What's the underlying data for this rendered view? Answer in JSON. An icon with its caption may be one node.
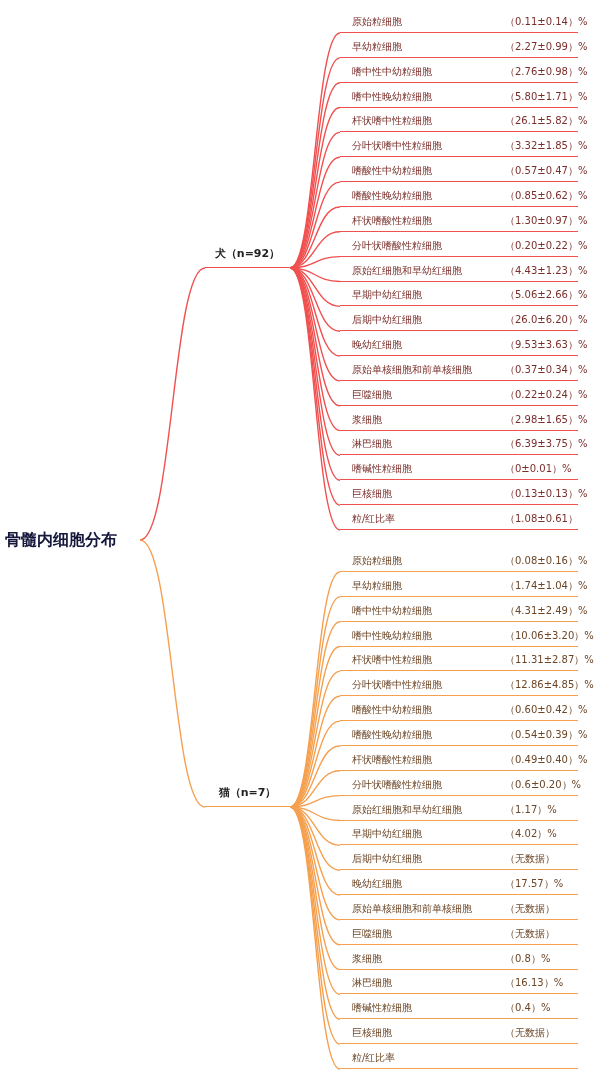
{
  "diagram": {
    "nodes": [
      {
        "text": [
          "骨髓内细胞分布"
        ]
      },
      {
        "text": [
          "犬（n=92）"
        ]
      },
      {
        "text": [
          "猫（n=7）"
        ]
      },
      {
        "text": [
          "原始粒细胞",
          "（0.11±0.14）%"
        ]
      },
      {
        "text": [
          "早幼粒细胞",
          "（2.27±0.99）%"
        ]
      },
      {
        "text": [
          "嗜中性中幼粒细胞",
          "（2.76±0.98）%"
        ]
      },
      {
        "text": [
          "嗜中性晚幼粒细胞",
          "（5.80±1.71）%"
        ]
      },
      {
        "text": [
          "杆状嗜中性粒细胞",
          "（26.1±5.82）%"
        ]
      },
      {
        "text": [
          "分叶状嗜中性粒细胞",
          "（3.32±1.85）%"
        ]
      },
      {
        "text": [
          "嗜酸性中幼粒细胞",
          "（0.57±0.47）%"
        ]
      },
      {
        "text": [
          "嗜酸性晚幼粒细胞",
          "（0.85±0.62）%"
        ]
      },
      {
        "text": [
          "杆状嗜酸性粒细胞",
          "（1.30±0.97）%"
        ]
      },
      {
        "text": [
          "分叶状嗜酸性粒细胞",
          "（0.20±0.22）%"
        ]
      },
      {
        "text": [
          "原始红细胞和早幼红细胞",
          "（4.43±1.23）%"
        ]
      },
      {
        "text": [
          "早期中幼红细胞",
          "（5.06±2.66）%"
        ]
      },
      {
        "text": [
          "后期中幼红细胞",
          "（26.0±6.20）%"
        ]
      },
      {
        "text": [
          "晚幼红细胞",
          "（9.53±3.63）%"
        ]
      },
      {
        "text": [
          "原始单核细胞和前单核细胞",
          "（0.37±0.34）%"
        ]
      },
      {
        "text": [
          "巨噬细胞",
          "（0.22±0.24）%"
        ]
      },
      {
        "text": [
          "浆细胞",
          "（2.98±1.65）%"
        ]
      },
      {
        "text": [
          "淋巴细胞",
          "（6.39±3.75）%"
        ]
      },
      {
        "text": [
          "嗜碱性粒细胞",
          "（0±0.01）%"
        ]
      },
      {
        "text": [
          "巨核细胞",
          "（0.13±0.13）%"
        ]
      },
      {
        "text": [
          "粒/红比率",
          "（1.08±0.61）"
        ]
      },
      {
        "text": [
          "原始粒细胞",
          "（0.08±0.16）%"
        ]
      },
      {
        "text": [
          "早幼粒细胞",
          "（1.74±1.04）%"
        ]
      },
      {
        "text": [
          "嗜中性中幼粒细胞",
          "（4.31±2.49）%"
        ]
      },
      {
        "text": [
          "嗜中性晚幼粒细胞",
          "（10.06±3.20）%"
        ]
      },
      {
        "text": [
          "杆状嗜中性粒细胞",
          "（11.31±2.87）%"
        ]
      },
      {
        "text": [
          "分叶状嗜中性粒细胞",
          "（12.86±4.85）%"
        ]
      },
      {
        "text": [
          "嗜酸性中幼粒细胞",
          "（0.60±0.42）%"
        ]
      },
      {
        "text": [
          "嗜酸性晚幼粒细胞",
          "（0.54±0.39）%"
        ]
      },
      {
        "text": [
          "杆状嗜酸性粒细胞",
          "（0.49±0.40）%"
        ]
      },
      {
        "text": [
          "分叶状嗜酸性粒细胞",
          "（0.6±0.20）%"
        ]
      },
      {
        "text": [
          "原始红细胞和早幼红细胞",
          "（1.17）%"
        ]
      },
      {
        "text": [
          "早期中幼红细胞",
          "（4.02）%"
        ]
      },
      {
        "text": [
          "后期中幼红细胞",
          "（无数据）"
        ]
      },
      {
        "text": [
          "晚幼红细胞",
          "（17.57）%"
        ]
      },
      {
        "text": [
          "原始单核细胞和前单核细胞",
          "（无数据）"
        ]
      },
      {
        "text": [
          "巨噬细胞",
          "（无数据）"
        ]
      },
      {
        "text": [
          "浆细胞",
          "（0.8）%"
        ]
      },
      {
        "text": [
          "淋巴细胞",
          "（16.13）%"
        ]
      },
      {
        "text": [
          "嗜碱性粒细胞",
          "（0.4）%"
        ]
      },
      {
        "text": [
          "巨核细胞",
          "（无数据）"
        ]
      },
      {
        "text": [
          "粒/红比率"
        ]
      }
    ],
    "edges": [
      {
        "from": 0,
        "to": 1,
        "arrow": "none",
        "color": "#f0504f"
      },
      {
        "from": 0,
        "to": 2,
        "arrow": "none",
        "color": "#f5a04f"
      },
      {
        "from": 1,
        "to": 3,
        "arrow": "none",
        "color": "#f0504f"
      },
      {
        "from": 1,
        "to": 4,
        "arrow": "none",
        "color": "#f0504f"
      },
      {
        "from": 1,
        "to": 5,
        "arrow": "none",
        "color": "#f0504f"
      },
      {
        "from": 1,
        "to": 6,
        "arrow": "none",
        "color": "#f0504f"
      },
      {
        "from": 1,
        "to": 7,
        "arrow": "none",
        "color": "#f0504f"
      },
      {
        "from": 1,
        "to": 8,
        "arrow": "none",
        "color": "#f0504f"
      },
      {
        "from": 1,
        "to": 9,
        "arrow": "none",
        "color": "#f0504f"
      },
      {
        "from": 1,
        "to": 10,
        "arrow": "none",
        "color": "#f0504f"
      },
      {
        "from": 1,
        "to": 11,
        "arrow": "none",
        "color": "#f0504f"
      },
      {
        "from": 1,
        "to": 12,
        "arrow": "none",
        "color": "#f0504f"
      },
      {
        "from": 1,
        "to": 13,
        "arrow": "none",
        "color": "#f0504f"
      },
      {
        "from": 1,
        "to": 14,
        "arrow": "none",
        "color": "#f0504f"
      },
      {
        "from": 1,
        "to": 15,
        "arrow": "none",
        "color": "#f0504f"
      },
      {
        "from": 1,
        "to": 16,
        "arrow": "none",
        "color": "#f0504f"
      },
      {
        "from": 1,
        "to": 17,
        "arrow": "none",
        "color": "#f0504f"
      },
      {
        "from": 1,
        "to": 18,
        "arrow": "none",
        "color": "#f0504f"
      },
      {
        "from": 1,
        "to": 19,
        "arrow": "none",
        "color": "#f0504f"
      },
      {
        "from": 1,
        "to": 20,
        "arrow": "none",
        "color": "#f0504f"
      },
      {
        "from": 1,
        "to": 21,
        "arrow": "none",
        "color": "#f0504f"
      },
      {
        "from": 1,
        "to": 22,
        "arrow": "none",
        "color": "#f0504f"
      },
      {
        "from": 1,
        "to": 23,
        "arrow": "none",
        "color": "#f0504f"
      },
      {
        "from": 2,
        "to": 24,
        "arrow": "none",
        "color": "#f5a04f"
      },
      {
        "from": 2,
        "to": 25,
        "arrow": "none",
        "color": "#f5a04f"
      },
      {
        "from": 2,
        "to": 26,
        "arrow": "none",
        "color": "#f5a04f"
      },
      {
        "from": 2,
        "to": 27,
        "arrow": "none",
        "color": "#f5a04f"
      },
      {
        "from": 2,
        "to": 28,
        "arrow": "none",
        "color": "#f5a04f"
      },
      {
        "from": 2,
        "to": 29,
        "arrow": "none",
        "color": "#f5a04f"
      },
      {
        "from": 2,
        "to": 30,
        "arrow": "none",
        "color": "#f5a04f"
      },
      {
        "from": 2,
        "to": 31,
        "arrow": "none",
        "color": "#f5a04f"
      },
      {
        "from": 2,
        "to": 32,
        "arrow": "none",
        "color": "#f5a04f"
      },
      {
        "from": 2,
        "to": 33,
        "arrow": "none",
        "color": "#f5a04f"
      },
      {
        "from": 2,
        "to": 34,
        "arrow": "none",
        "color": "#f5a04f"
      },
      {
        "from": 2,
        "to": 35,
        "arrow": "none",
        "color": "#f5a04f"
      },
      {
        "from": 2,
        "to": 36,
        "arrow": "none",
        "color": "#f5a04f"
      },
      {
        "from": 2,
        "to": 37,
        "arrow": "none",
        "color": "#f5a04f"
      },
      {
        "from": 2,
        "to": 38,
        "arrow": "none",
        "color": "#f5a04f"
      },
      {
        "from": 2,
        "to": 39,
        "arrow": "none",
        "color": "#f5a04f"
      },
      {
        "from": 2,
        "to": 40,
        "arrow": "none",
        "color": "#f5a04f"
      },
      {
        "from": 2,
        "to": 41,
        "arrow": "none",
        "color": "#f5a04f"
      },
      {
        "from": 2,
        "to": 42,
        "arrow": "none",
        "color": "#f5a04f"
      },
      {
        "from": 2,
        "to": 43,
        "arrow": "none",
        "color": "#f5a04f"
      },
      {
        "from": 2,
        "to": 44,
        "arrow": "none",
        "color": "#f5a04f"
      }
    ]
  }
}
